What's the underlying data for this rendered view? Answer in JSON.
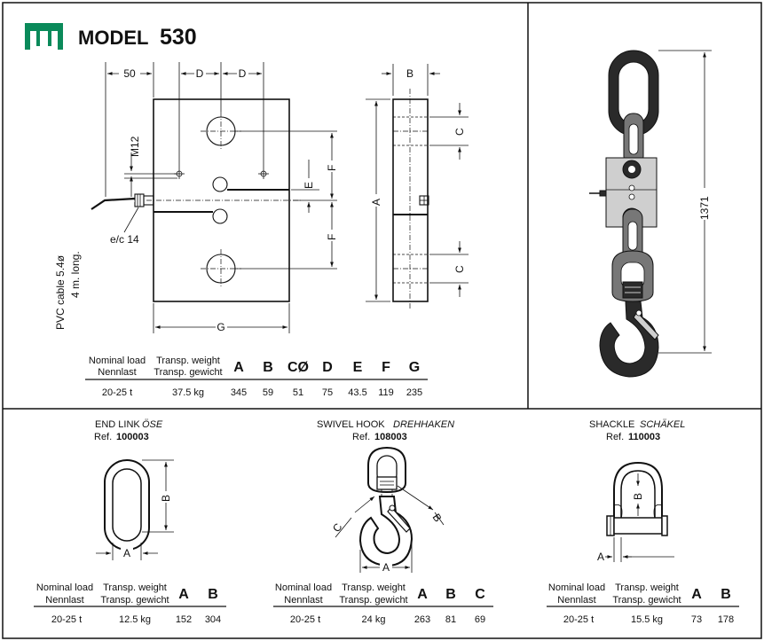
{
  "header": {
    "model_word": "MODEL",
    "model_number": "530"
  },
  "brand": {
    "accent_color": "#0a8a5a",
    "logo_icon": "green-tt-logo-icon"
  },
  "main_drawing": {
    "dims": {
      "top_offset": "50",
      "d_left": "D",
      "d_right": "D",
      "b": "B",
      "m12": "M12",
      "f_upper": "F",
      "f_lower": "F",
      "e": "E",
      "a": "A",
      "c_upper": "C",
      "c_lower": "C",
      "g": "G"
    },
    "cable_label_1": "PVC cable 5.4ø",
    "cable_label_2": "4 m. long.",
    "gland_label": "e/c 14"
  },
  "main_table": {
    "headers_line1": [
      "Nominal load",
      "Transp. weight"
    ],
    "headers_line2": [
      "Nennlast",
      "Transp. gewicht"
    ],
    "dim_headers": [
      "A",
      "B",
      "CØ",
      "D",
      "E",
      "F",
      "G"
    ],
    "row": [
      "20-25 t",
      "37.5 kg",
      "345",
      "59",
      "51",
      "75",
      "43.5",
      "119",
      "235"
    ]
  },
  "assembly": {
    "height_label": "1371"
  },
  "end_link": {
    "title": "END LINK",
    "title_de": "ÖSE",
    "ref_label": "Ref.",
    "ref_no": "100003",
    "dims": {
      "a": "A",
      "b": "B"
    },
    "headers_line1": [
      "Nominal load",
      "Transp. weight"
    ],
    "headers_line2": [
      "Nennlast",
      "Transp. gewicht"
    ],
    "dim_headers": [
      "A",
      "B"
    ],
    "row": [
      "20-25 t",
      "12.5 kg",
      "152",
      "304"
    ]
  },
  "swivel_hook": {
    "title": "SWIVEL HOOK",
    "title_de": "DREHHAKEN",
    "ref_label": "Ref.",
    "ref_no": "108003",
    "dims": {
      "a": "A",
      "b": "B",
      "c": "C"
    },
    "headers_line1": [
      "Nominal load",
      "Transp. weight"
    ],
    "headers_line2": [
      "Nennlast",
      "Transp. gewicht"
    ],
    "dim_headers": [
      "A",
      "B",
      "C"
    ],
    "row": [
      "20-25 t",
      "24 kg",
      "263",
      "81",
      "69"
    ]
  },
  "shackle": {
    "title": "SHACKLE",
    "title_de": "SCHÄKEL",
    "ref_label": "Ref.",
    "ref_no": "110003",
    "dims": {
      "a": "A",
      "b": "B"
    },
    "headers_line1": [
      "Nominal load",
      "Transp. weight"
    ],
    "headers_line2": [
      "Nennlast",
      "Transp. gewicht"
    ],
    "dim_headers": [
      "A",
      "B"
    ],
    "row": [
      "20-25 t",
      "15.5 kg",
      "73",
      "178"
    ]
  }
}
